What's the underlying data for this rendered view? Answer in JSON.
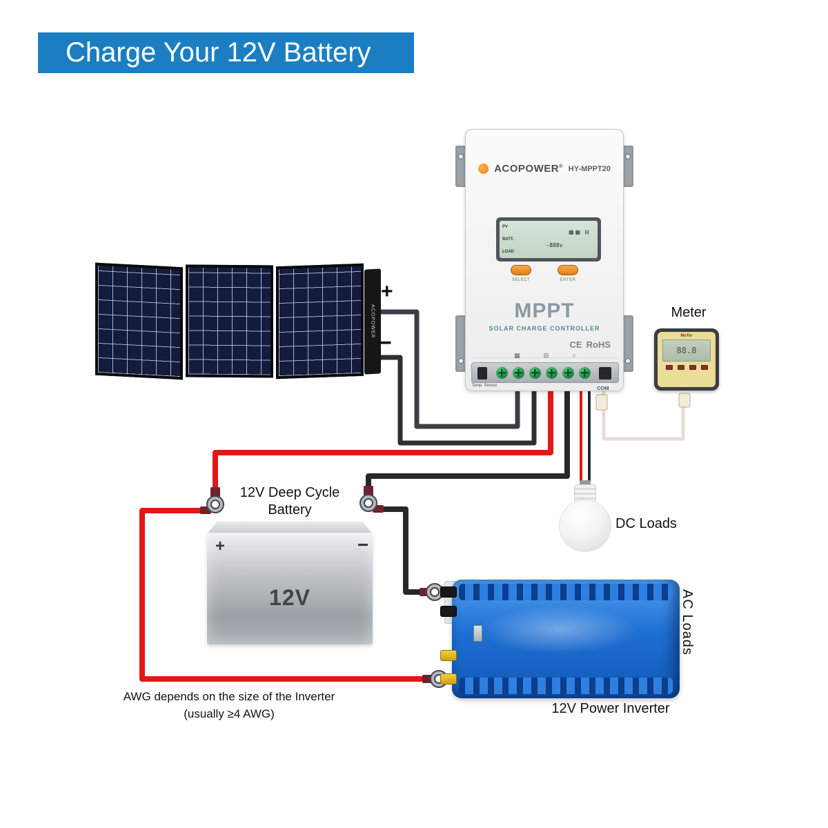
{
  "banner": {
    "title": "Charge Your 12V Battery"
  },
  "solar_panel": {
    "brand": "ACOPOWER",
    "positive": "+",
    "negative": "−"
  },
  "controller": {
    "brand": "ACOPOWER",
    "registered": "®",
    "model": "HY-MPPT20",
    "lcd": {
      "labels": [
        "PV",
        "BATT.",
        "LOAD"
      ],
      "icon_pv": "▦▦",
      "icon_battery": "⊟",
      "value": "-888",
      "unit": "v"
    },
    "buttons": [
      {
        "label": "SELECT"
      },
      {
        "label": "ENTER"
      }
    ],
    "series": "MPPT",
    "subtitle": "SOLAR CHARGE CONTROLLER",
    "certs": {
      "ce": "CE",
      "rohs": "RoHS"
    },
    "terminal_icons": [
      "▦",
      "⊟",
      "○"
    ],
    "port_left": "Temp. Sensor",
    "port_right": "COM"
  },
  "meter": {
    "title": "Meter",
    "brand": "MeTer",
    "reading": "88.8"
  },
  "battery": {
    "title": "12V Deep Cycle Battery",
    "positive": "+",
    "negative": "−",
    "capacity": "12V"
  },
  "dc_loads": {
    "label": "DC Loads"
  },
  "inverter": {
    "label": "12V Power Inverter",
    "side_label": "AC Loads"
  },
  "note": {
    "text": "AWG depends on the size of the Inverter (usually ≥4 AWG)"
  },
  "colors": {
    "banner_bg": "#1b7ec2",
    "wire_positive": "#e21717",
    "wire_negative": "#26282b",
    "pv_wire": "#3b3f43",
    "inverter_body": "#1e6fd3",
    "controller_button": "#f08a2a"
  }
}
